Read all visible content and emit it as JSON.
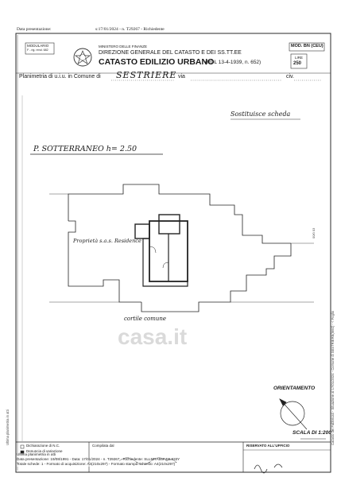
{
  "top_strip": {
    "label": "Data presentazione:",
    "info": "s:17/01/2024 - n. T29267 - Richiedente"
  },
  "header": {
    "modulario_line1": "MODULARIO",
    "modulario_line2": "F - rig. rend. 682",
    "ministry": "MINISTERO DELLE FINANZE",
    "directorate": "DIREZIONE GENERALE DEL CATASTO E DEI SS.TT.EE",
    "title": "CATASTO EDILIZIO URBANO",
    "title_ref": "(RDL 13-4-1939, n. 652)",
    "form_code": "MOD. BN (CEU)",
    "price_line1": "LIRE",
    "price_line2": "250"
  },
  "plan_line": {
    "prefix": "Planimetria di u.i.u. in Comune di",
    "comune": "SESTRIERE",
    "via_label": "via",
    "civ_label": "civ."
  },
  "annotations": {
    "replace_note": "Sostituisce scheda",
    "floor_label": "P. SOTTERRANEO  h= 2.50",
    "property_label": "Proprietà s.a.s. Residence",
    "courtyard_label": "cortile comune",
    "orientation_label": "ORIENTAMENTO",
    "scale_label": "SCALA DI 1:200",
    "watermark": "casa.it"
  },
  "side_text": {
    "left": "Ultima planimetria in atti",
    "right": "Catasto dei Fabbricati - Situazione al 17/01/2024 - Comune di SESTRIERE(I692) - < Foglio",
    "right_code": "00/0 03"
  },
  "footer": {
    "box1_line1": "Dichiarazione di N.C.",
    "box1_line2": "Denuncia di variazione",
    "box2_label": "Compilata dal",
    "box3_label": "RISERVATO ALL'UFFICIO",
    "under_line1": "Ultima planimetria in atti",
    "under_line2": "Data presentazione: 19/08/1991 - Data: 17/01/2024 - n. T29267 - Richiedente: SLLMRA55P48L833Y",
    "under_line3": "Totale schede: 1 - Formato di acquisizione: A4(210x297) - Formato stampa richiesto: A4(210x297)"
  }
}
